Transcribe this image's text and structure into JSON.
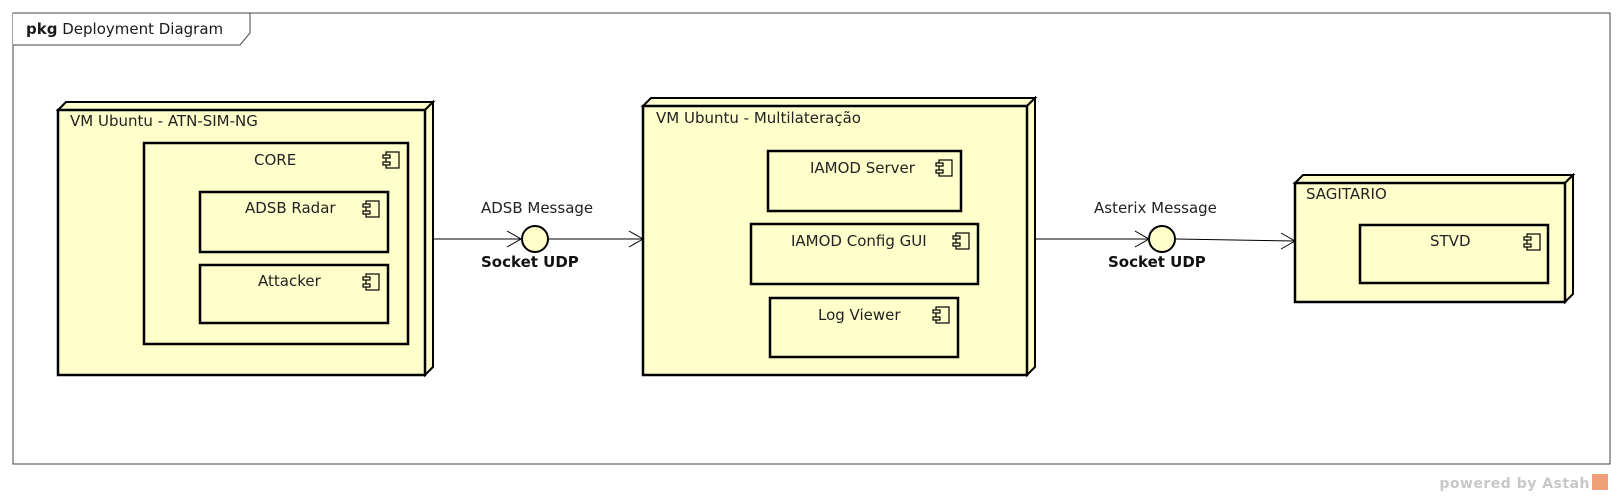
{
  "frame": {
    "keyword": "pkg",
    "title": "Deployment Diagram"
  },
  "nodes": {
    "atn": {
      "name": "VM Ubuntu - ATN-SIM-NG",
      "core": {
        "name": "CORE",
        "components": [
          "ADSB Radar",
          "Attacker"
        ]
      }
    },
    "mlat": {
      "name": "VM Ubuntu - Multilateração",
      "components": [
        "IAMOD Server",
        "IAMOD Config GUI",
        "Log Viewer"
      ]
    },
    "sagitario": {
      "name": "SAGITARIO",
      "components": [
        "STVD"
      ]
    }
  },
  "interfaces": [
    {
      "message": "ADSB Message",
      "name": "Socket UDP"
    },
    {
      "message": "Asterix Message",
      "name": "Socket UDP"
    }
  ],
  "colors": {
    "node_fill": "#ffffcc",
    "stroke": "#000000"
  },
  "watermark": "powered by Astah"
}
